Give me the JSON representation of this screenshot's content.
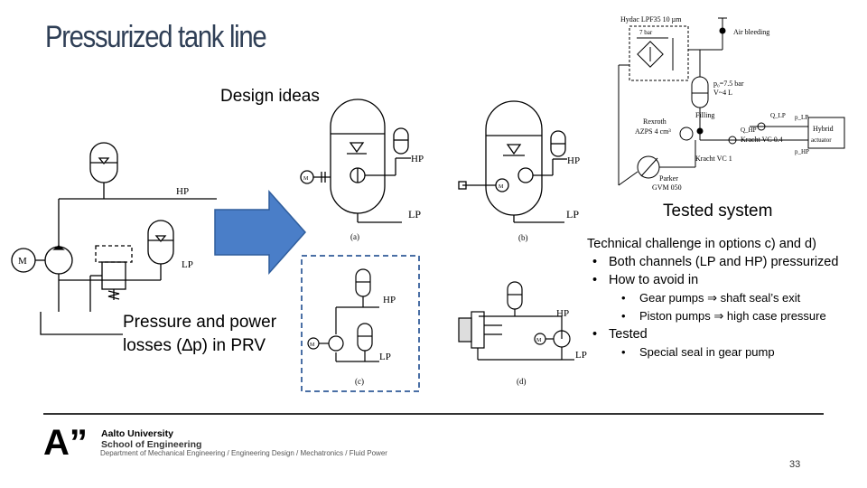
{
  "slide": {
    "title": "Pressurized tank line",
    "design_ideas": "Design ideas",
    "tested_system": "Tested system",
    "loss_line1": "Pressure and power",
    "loss_line2": "losses (∆p) in PRV",
    "page_number": "33"
  },
  "challenge": {
    "heading": "Technical challenge in options c) and d)",
    "bullet1": "Both channels (LP and HP) pressurized",
    "bullet2": "How to avoid in",
    "sub1": "Gear pumps ⇒ shaft seal’s exit",
    "sub2": "Piston pumps ⇒ high case pressure",
    "bullet3": "Tested",
    "sub3": "Special seal in gear pump"
  },
  "diagram_labels": {
    "hp": "HP",
    "lp": "LP",
    "m": "M",
    "a": "(a)",
    "b": "(b)",
    "c": "(c)",
    "d": "(d)",
    "hydac": "Hydac LPF35 10 µm",
    "seven_bar": "7 bar",
    "air_bleeding": "Air bleeding",
    "p0": "p₀=7.5 bar",
    "v4": "V~4 L",
    "filling": "Filling",
    "rexroth": "Rexroth",
    "azps": "AZPS 4 cm³",
    "q_lp": "Q_LP",
    "q_hp": "Q_HP",
    "p_lp": "p_LP",
    "p_hp": "p_HP",
    "kracht04": "Kracht VC 0.4",
    "kracht1": "Kracht VC 1",
    "hybrid": "Hybrid",
    "actuator": "actuator",
    "parker": "Parker",
    "gvm": "GVM 050"
  },
  "footer": {
    "logo_mark": "A”",
    "university": "Aalto University",
    "school": "School of Engineering",
    "department": "Department of Mechanical Engineering / Engineering Design / Mechatronics / Fluid Power"
  },
  "colors": {
    "title": "#2f3f56",
    "arrow_fill": "#4a7ec8",
    "arrow_stroke": "#2f5d9c",
    "dashed_box": "#4a6fa5"
  }
}
